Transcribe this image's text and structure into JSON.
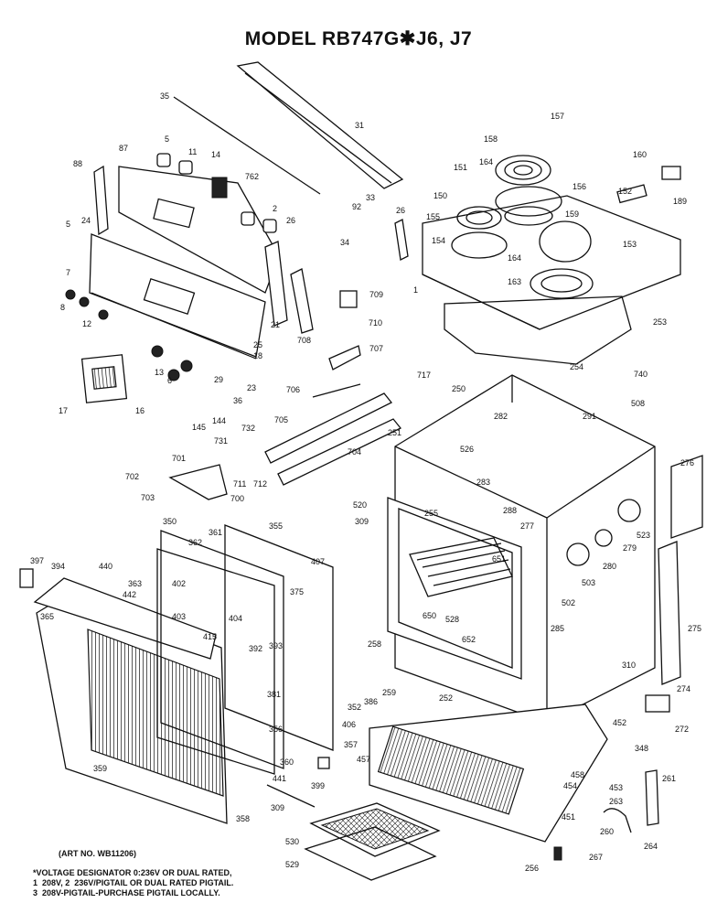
{
  "title": "MODEL RB747G✱J6, J7",
  "art_number": "(ART NO. WB11206)",
  "voltage_note": [
    "*VOLTAGE DESIGNATOR 0:236V OR DUAL RATED,",
    "1  208V, 2  236V/PIGTAIL OR DUAL RATED PIGTAIL.",
    "3  208V-PIGTAIL-PURCHASE PIGTAIL LOCALLY."
  ],
  "part_labels": {
    "p31": "31",
    "p35": "35",
    "p5a": "5",
    "p87": "87",
    "p11": "11",
    "p14": "14",
    "p88": "88",
    "p762": "762",
    "p33": "33",
    "p92": "92",
    "p2": "2",
    "p26": "26",
    "p34": "34",
    "p5b": "5",
    "p24": "24",
    "p7": "7",
    "p8": "8",
    "p12": "12",
    "p21": "21",
    "p709": "709",
    "p710": "710",
    "p25": "25",
    "p18": "18",
    "p708": "708",
    "p707": "707",
    "p13": "13",
    "p6": "6",
    "p23": "23",
    "p29": "29",
    "p17": "17",
    "p16": "16",
    "p36": "36",
    "p144": "144",
    "p145": "145",
    "p706": "706",
    "p705": "705",
    "p732": "732",
    "p731": "731",
    "p704": "704",
    "p711": "711",
    "p712": "712",
    "p701": "701",
    "p702": "702",
    "p703": "703",
    "p700": "700",
    "p157": "157",
    "p158": "158",
    "p160": "160",
    "p151": "151",
    "p164a": "164",
    "p150": "150",
    "p156": "156",
    "p152": "152",
    "p189": "189",
    "p26b": "26",
    "p155": "155",
    "p159": "159",
    "p154": "154",
    "p164b": "164",
    "p153": "153",
    "p163": "163",
    "p1": "1",
    "p253": "253",
    "p254": "254",
    "p740": "740",
    "p250": "250",
    "p717": "717",
    "p282": "282",
    "p291": "291",
    "p508": "508",
    "p251": "251",
    "p526": "526",
    "p283": "283",
    "p276": "276",
    "p288": "288",
    "p520": "520",
    "p255": "255",
    "p277": "277",
    "p309a": "309",
    "p523": "523",
    "p503": "503",
    "p279": "279",
    "p280": "280",
    "p651": "651",
    "p502": "502",
    "p650": "650",
    "p528": "528",
    "p652": "652",
    "p285": "285",
    "p275": "275",
    "p350": "350",
    "p361": "361",
    "p355": "355",
    "p362": "362",
    "p397": "397",
    "p394": "394",
    "p440": "440",
    "p363": "363",
    "p402": "402",
    "p407": "407",
    "p375": "375",
    "p442": "442",
    "p365": "365",
    "p403": "403",
    "p404": "404",
    "p415": "415",
    "p392": "392",
    "p393": "393",
    "p381": "381",
    "p258": "258",
    "p259": "259",
    "p252": "252",
    "p310": "310",
    "p274": "274",
    "p272": "272",
    "p352": "352",
    "p386": "386",
    "p406": "406",
    "p356": "356",
    "p357": "357",
    "p452": "452",
    "p348": "348",
    "p457": "457",
    "p458": "458",
    "p360": "360",
    "p359": "359",
    "p454": "454",
    "p453": "453",
    "p261": "261",
    "p441": "441",
    "p399": "399",
    "p263": "263",
    "p451": "451",
    "p309b": "309",
    "p358": "358",
    "p260": "260",
    "p264": "264",
    "p530": "530",
    "p256": "256",
    "p267": "267",
    "p529": "529"
  }
}
